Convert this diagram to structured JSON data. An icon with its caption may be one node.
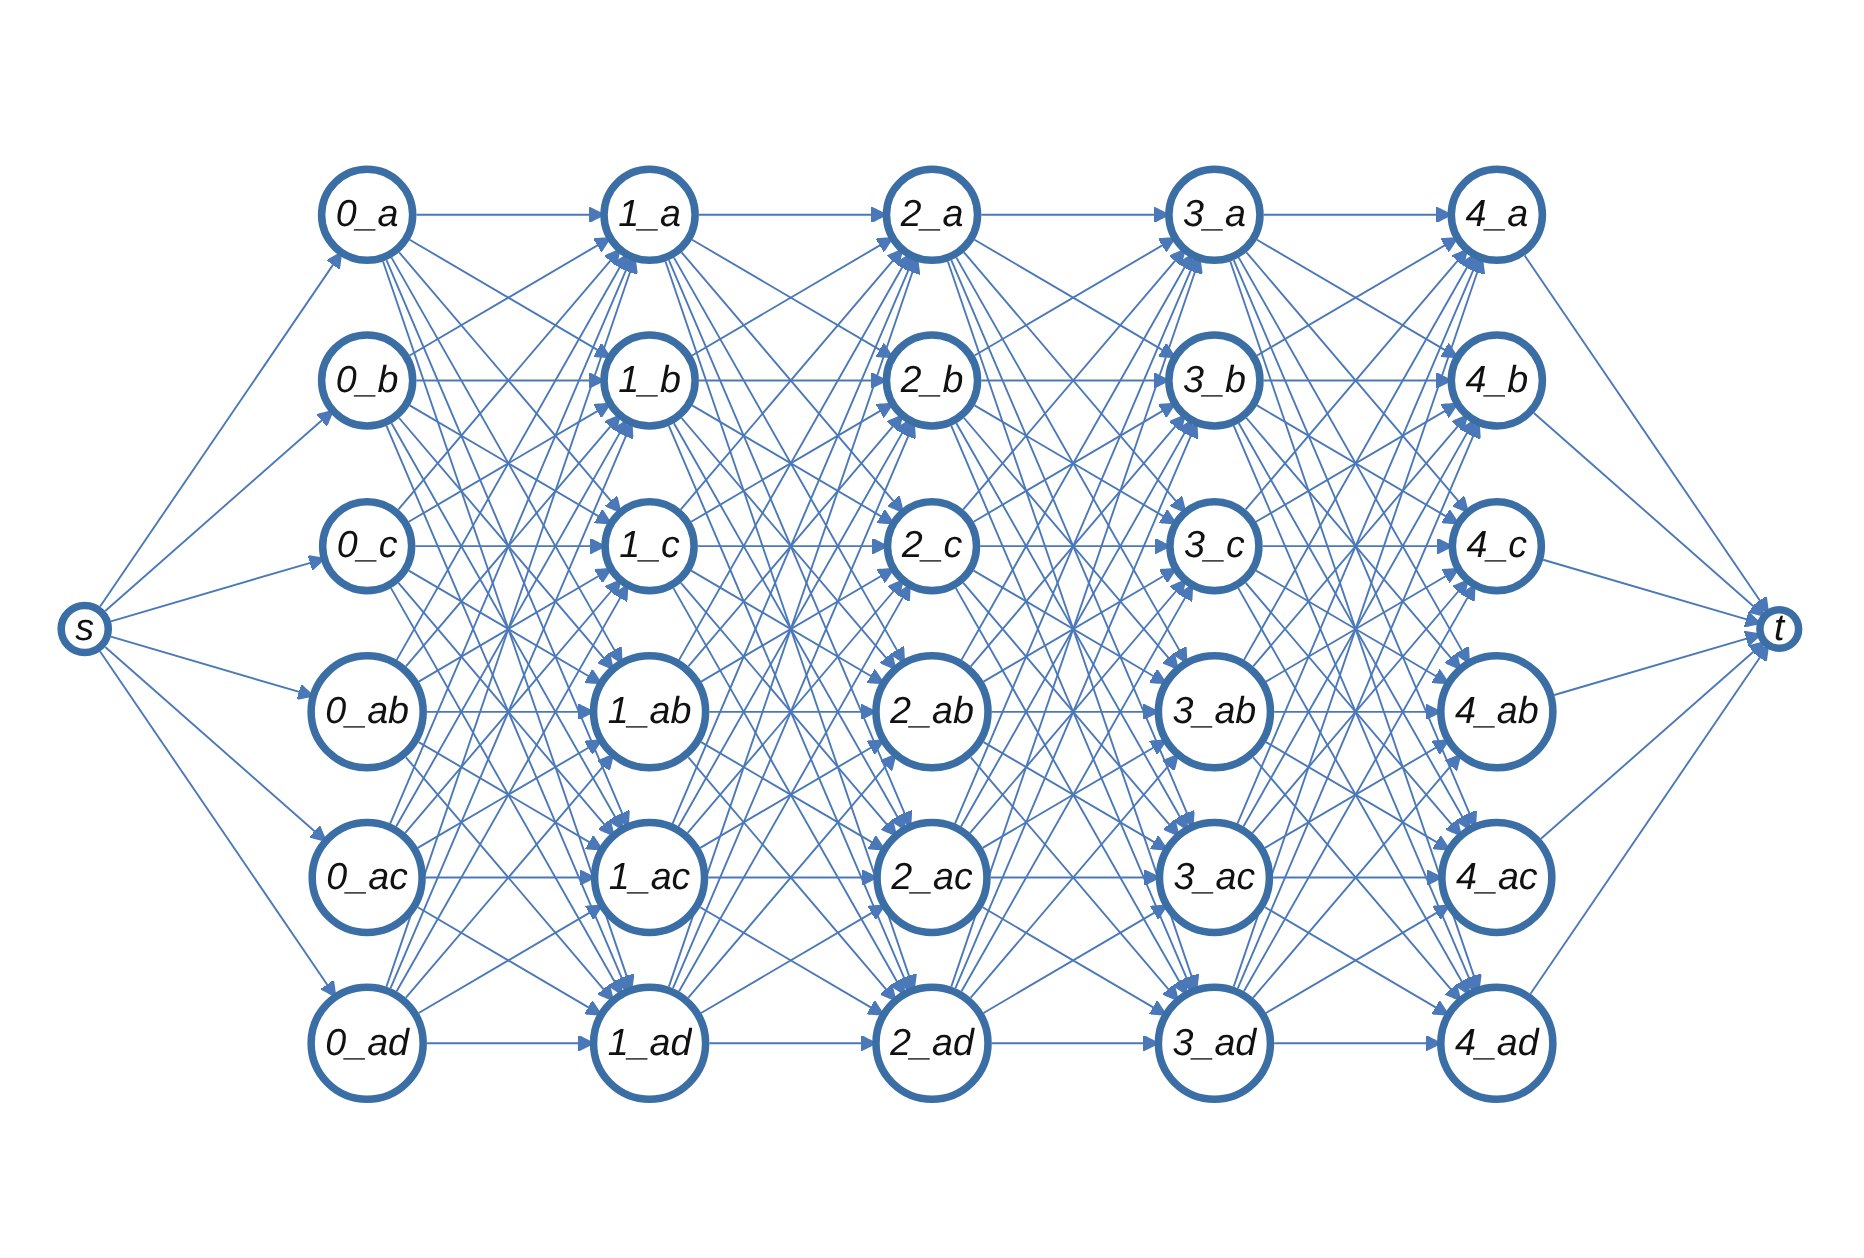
{
  "diagram": {
    "nodes": [
      {
        "text": [
          "s"
        ]
      },
      {
        "text": [
          "0_a"
        ]
      },
      {
        "text": [
          "0_b"
        ]
      },
      {
        "text": [
          "0_c"
        ]
      },
      {
        "text": [
          "0_ab"
        ]
      },
      {
        "text": [
          "0_ac"
        ]
      },
      {
        "text": [
          "0_ad"
        ]
      },
      {
        "text": [
          "1_a"
        ]
      },
      {
        "text": [
          "1_b"
        ]
      },
      {
        "text": [
          "1_c"
        ]
      },
      {
        "text": [
          "1_ab"
        ]
      },
      {
        "text": [
          "1_ac"
        ]
      },
      {
        "text": [
          "1_ad"
        ]
      },
      {
        "text": [
          "2_a"
        ]
      },
      {
        "text": [
          "2_b"
        ]
      },
      {
        "text": [
          "2_c"
        ]
      },
      {
        "text": [
          "2_ab"
        ]
      },
      {
        "text": [
          "2_ac"
        ]
      },
      {
        "text": [
          "2_ad"
        ]
      },
      {
        "text": [
          "3_a"
        ]
      },
      {
        "text": [
          "3_b"
        ]
      },
      {
        "text": [
          "3_c"
        ]
      },
      {
        "text": [
          "3_ab"
        ]
      },
      {
        "text": [
          "3_ac"
        ]
      },
      {
        "text": [
          "3_ad"
        ]
      },
      {
        "text": [
          "4_a"
        ]
      },
      {
        "text": [
          "4_b"
        ]
      },
      {
        "text": [
          "4_c"
        ]
      },
      {
        "text": [
          "4_ab"
        ]
      },
      {
        "text": [
          "4_ac"
        ]
      },
      {
        "text": [
          "4_ad"
        ]
      },
      {
        "text": [
          "t"
        ]
      }
    ],
    "edges": [
      {
        "from": 0,
        "to": 1,
        "arrow": "to"
      },
      {
        "from": 0,
        "to": 2,
        "arrow": "to"
      },
      {
        "from": 0,
        "to": 3,
        "arrow": "to"
      },
      {
        "from": 0,
        "to": 4,
        "arrow": "to"
      },
      {
        "from": 0,
        "to": 5,
        "arrow": "to"
      },
      {
        "from": 0,
        "to": 6,
        "arrow": "to"
      },
      {
        "from": 1,
        "to": 7,
        "arrow": "to"
      },
      {
        "from": 1,
        "to": 8,
        "arrow": "to"
      },
      {
        "from": 1,
        "to": 9,
        "arrow": "to"
      },
      {
        "from": 1,
        "to": 10,
        "arrow": "to"
      },
      {
        "from": 1,
        "to": 11,
        "arrow": "to"
      },
      {
        "from": 1,
        "to": 12,
        "arrow": "to"
      },
      {
        "from": 2,
        "to": 7,
        "arrow": "to"
      },
      {
        "from": 2,
        "to": 8,
        "arrow": "to"
      },
      {
        "from": 2,
        "to": 9,
        "arrow": "to"
      },
      {
        "from": 2,
        "to": 10,
        "arrow": "to"
      },
      {
        "from": 2,
        "to": 11,
        "arrow": "to"
      },
      {
        "from": 2,
        "to": 12,
        "arrow": "to"
      },
      {
        "from": 3,
        "to": 7,
        "arrow": "to"
      },
      {
        "from": 3,
        "to": 8,
        "arrow": "to"
      },
      {
        "from": 3,
        "to": 9,
        "arrow": "to"
      },
      {
        "from": 3,
        "to": 10,
        "arrow": "to"
      },
      {
        "from": 3,
        "to": 11,
        "arrow": "to"
      },
      {
        "from": 3,
        "to": 12,
        "arrow": "to"
      },
      {
        "from": 4,
        "to": 7,
        "arrow": "to"
      },
      {
        "from": 4,
        "to": 8,
        "arrow": "to"
      },
      {
        "from": 4,
        "to": 9,
        "arrow": "to"
      },
      {
        "from": 4,
        "to": 10,
        "arrow": "to"
      },
      {
        "from": 4,
        "to": 11,
        "arrow": "to"
      },
      {
        "from": 4,
        "to": 12,
        "arrow": "to"
      },
      {
        "from": 5,
        "to": 7,
        "arrow": "to"
      },
      {
        "from": 5,
        "to": 8,
        "arrow": "to"
      },
      {
        "from": 5,
        "to": 9,
        "arrow": "to"
      },
      {
        "from": 5,
        "to": 10,
        "arrow": "to"
      },
      {
        "from": 5,
        "to": 11,
        "arrow": "to"
      },
      {
        "from": 5,
        "to": 12,
        "arrow": "to"
      },
      {
        "from": 6,
        "to": 7,
        "arrow": "to"
      },
      {
        "from": 6,
        "to": 8,
        "arrow": "to"
      },
      {
        "from": 6,
        "to": 9,
        "arrow": "to"
      },
      {
        "from": 6,
        "to": 10,
        "arrow": "to"
      },
      {
        "from": 6,
        "to": 11,
        "arrow": "to"
      },
      {
        "from": 6,
        "to": 12,
        "arrow": "to"
      },
      {
        "from": 7,
        "to": 13,
        "arrow": "to"
      },
      {
        "from": 7,
        "to": 14,
        "arrow": "to"
      },
      {
        "from": 7,
        "to": 15,
        "arrow": "to"
      },
      {
        "from": 7,
        "to": 16,
        "arrow": "to"
      },
      {
        "from": 7,
        "to": 17,
        "arrow": "to"
      },
      {
        "from": 7,
        "to": 18,
        "arrow": "to"
      },
      {
        "from": 8,
        "to": 13,
        "arrow": "to"
      },
      {
        "from": 8,
        "to": 14,
        "arrow": "to"
      },
      {
        "from": 8,
        "to": 15,
        "arrow": "to"
      },
      {
        "from": 8,
        "to": 16,
        "arrow": "to"
      },
      {
        "from": 8,
        "to": 17,
        "arrow": "to"
      },
      {
        "from": 8,
        "to": 18,
        "arrow": "to"
      },
      {
        "from": 9,
        "to": 13,
        "arrow": "to"
      },
      {
        "from": 9,
        "to": 14,
        "arrow": "to"
      },
      {
        "from": 9,
        "to": 15,
        "arrow": "to"
      },
      {
        "from": 9,
        "to": 16,
        "arrow": "to"
      },
      {
        "from": 9,
        "to": 17,
        "arrow": "to"
      },
      {
        "from": 9,
        "to": 18,
        "arrow": "to"
      },
      {
        "from": 10,
        "to": 13,
        "arrow": "to"
      },
      {
        "from": 10,
        "to": 14,
        "arrow": "to"
      },
      {
        "from": 10,
        "to": 15,
        "arrow": "to"
      },
      {
        "from": 10,
        "to": 16,
        "arrow": "to"
      },
      {
        "from": 10,
        "to": 17,
        "arrow": "to"
      },
      {
        "from": 10,
        "to": 18,
        "arrow": "to"
      },
      {
        "from": 11,
        "to": 13,
        "arrow": "to"
      },
      {
        "from": 11,
        "to": 14,
        "arrow": "to"
      },
      {
        "from": 11,
        "to": 15,
        "arrow": "to"
      },
      {
        "from": 11,
        "to": 16,
        "arrow": "to"
      },
      {
        "from": 11,
        "to": 17,
        "arrow": "to"
      },
      {
        "from": 11,
        "to": 18,
        "arrow": "to"
      },
      {
        "from": 12,
        "to": 13,
        "arrow": "to"
      },
      {
        "from": 12,
        "to": 14,
        "arrow": "to"
      },
      {
        "from": 12,
        "to": 15,
        "arrow": "to"
      },
      {
        "from": 12,
        "to": 16,
        "arrow": "to"
      },
      {
        "from": 12,
        "to": 17,
        "arrow": "to"
      },
      {
        "from": 12,
        "to": 18,
        "arrow": "to"
      },
      {
        "from": 13,
        "to": 19,
        "arrow": "to"
      },
      {
        "from": 13,
        "to": 20,
        "arrow": "to"
      },
      {
        "from": 13,
        "to": 21,
        "arrow": "to"
      },
      {
        "from": 13,
        "to": 22,
        "arrow": "to"
      },
      {
        "from": 13,
        "to": 23,
        "arrow": "to"
      },
      {
        "from": 13,
        "to": 24,
        "arrow": "to"
      },
      {
        "from": 14,
        "to": 19,
        "arrow": "to"
      },
      {
        "from": 14,
        "to": 20,
        "arrow": "to"
      },
      {
        "from": 14,
        "to": 21,
        "arrow": "to"
      },
      {
        "from": 14,
        "to": 22,
        "arrow": "to"
      },
      {
        "from": 14,
        "to": 23,
        "arrow": "to"
      },
      {
        "from": 14,
        "to": 24,
        "arrow": "to"
      },
      {
        "from": 15,
        "to": 19,
        "arrow": "to"
      },
      {
        "from": 15,
        "to": 20,
        "arrow": "to"
      },
      {
        "from": 15,
        "to": 21,
        "arrow": "to"
      },
      {
        "from": 15,
        "to": 22,
        "arrow": "to"
      },
      {
        "from": 15,
        "to": 23,
        "arrow": "to"
      },
      {
        "from": 15,
        "to": 24,
        "arrow": "to"
      },
      {
        "from": 16,
        "to": 19,
        "arrow": "to"
      },
      {
        "from": 16,
        "to": 20,
        "arrow": "to"
      },
      {
        "from": 16,
        "to": 21,
        "arrow": "to"
      },
      {
        "from": 16,
        "to": 22,
        "arrow": "to"
      },
      {
        "from": 16,
        "to": 23,
        "arrow": "to"
      },
      {
        "from": 16,
        "to": 24,
        "arrow": "to"
      },
      {
        "from": 17,
        "to": 19,
        "arrow": "to"
      },
      {
        "from": 17,
        "to": 20,
        "arrow": "to"
      },
      {
        "from": 17,
        "to": 21,
        "arrow": "to"
      },
      {
        "from": 17,
        "to": 22,
        "arrow": "to"
      },
      {
        "from": 17,
        "to": 23,
        "arrow": "to"
      },
      {
        "from": 17,
        "to": 24,
        "arrow": "to"
      },
      {
        "from": 18,
        "to": 19,
        "arrow": "to"
      },
      {
        "from": 18,
        "to": 20,
        "arrow": "to"
      },
      {
        "from": 18,
        "to": 21,
        "arrow": "to"
      },
      {
        "from": 18,
        "to": 22,
        "arrow": "to"
      },
      {
        "from": 18,
        "to": 23,
        "arrow": "to"
      },
      {
        "from": 18,
        "to": 24,
        "arrow": "to"
      },
      {
        "from": 19,
        "to": 25,
        "arrow": "to"
      },
      {
        "from": 19,
        "to": 26,
        "arrow": "to"
      },
      {
        "from": 19,
        "to": 27,
        "arrow": "to"
      },
      {
        "from": 19,
        "to": 28,
        "arrow": "to"
      },
      {
        "from": 19,
        "to": 29,
        "arrow": "to"
      },
      {
        "from": 19,
        "to": 30,
        "arrow": "to"
      },
      {
        "from": 20,
        "to": 25,
        "arrow": "to"
      },
      {
        "from": 20,
        "to": 26,
        "arrow": "to"
      },
      {
        "from": 20,
        "to": 27,
        "arrow": "to"
      },
      {
        "from": 20,
        "to": 28,
        "arrow": "to"
      },
      {
        "from": 20,
        "to": 29,
        "arrow": "to"
      },
      {
        "from": 20,
        "to": 30,
        "arrow": "to"
      },
      {
        "from": 21,
        "to": 25,
        "arrow": "to"
      },
      {
        "from": 21,
        "to": 26,
        "arrow": "to"
      },
      {
        "from": 21,
        "to": 27,
        "arrow": "to"
      },
      {
        "from": 21,
        "to": 28,
        "arrow": "to"
      },
      {
        "from": 21,
        "to": 29,
        "arrow": "to"
      },
      {
        "from": 21,
        "to": 30,
        "arrow": "to"
      },
      {
        "from": 22,
        "to": 25,
        "arrow": "to"
      },
      {
        "from": 22,
        "to": 26,
        "arrow": "to"
      },
      {
        "from": 22,
        "to": 27,
        "arrow": "to"
      },
      {
        "from": 22,
        "to": 28,
        "arrow": "to"
      },
      {
        "from": 22,
        "to": 29,
        "arrow": "to"
      },
      {
        "from": 22,
        "to": 30,
        "arrow": "to"
      },
      {
        "from": 23,
        "to": 25,
        "arrow": "to"
      },
      {
        "from": 23,
        "to": 26,
        "arrow": "to"
      },
      {
        "from": 23,
        "to": 27,
        "arrow": "to"
      },
      {
        "from": 23,
        "to": 28,
        "arrow": "to"
      },
      {
        "from": 23,
        "to": 29,
        "arrow": "to"
      },
      {
        "from": 23,
        "to": 30,
        "arrow": "to"
      },
      {
        "from": 24,
        "to": 25,
        "arrow": "to"
      },
      {
        "from": 24,
        "to": 26,
        "arrow": "to"
      },
      {
        "from": 24,
        "to": 27,
        "arrow": "to"
      },
      {
        "from": 24,
        "to": 28,
        "arrow": "to"
      },
      {
        "from": 24,
        "to": 29,
        "arrow": "to"
      },
      {
        "from": 24,
        "to": 30,
        "arrow": "to"
      },
      {
        "from": 25,
        "to": 31,
        "arrow": "to"
      },
      {
        "from": 26,
        "to": 31,
        "arrow": "to"
      },
      {
        "from": 27,
        "to": 31,
        "arrow": "to"
      },
      {
        "from": 28,
        "to": 31,
        "arrow": "to"
      },
      {
        "from": 29,
        "to": 31,
        "arrow": "to"
      },
      {
        "from": 30,
        "to": 31,
        "arrow": "to"
      }
    ]
  }
}
